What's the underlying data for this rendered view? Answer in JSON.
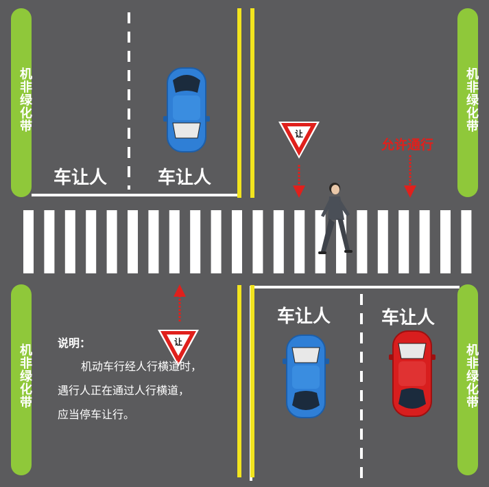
{
  "green_belts": {
    "label": "机非绿化带"
  },
  "lanes": {
    "top_left_label": "车让人",
    "top_right_label": "车让人",
    "bottom_left_label": "车让人",
    "bottom_right_label": "车让人"
  },
  "sign": {
    "text": "让"
  },
  "permit_label": "允许通行",
  "note": {
    "title": "说明：",
    "line1": "机动车行经人行横道时，",
    "line2": "遇行人正在通过人行横道，",
    "line3": "应当停车让行。"
  },
  "colors": {
    "road": "#5b5b5d",
    "green_belt": "#8fc83a",
    "yellow_line": "#f2e41e",
    "sign_red": "#e0201c",
    "blue_car": "#2f7fd6",
    "red_car": "#d81e1e"
  },
  "icons": [
    "yield-sign-icon",
    "down-arrow-icon",
    "up-arrow-icon",
    "blue-car-icon",
    "red-car-icon",
    "pedestrian-icon"
  ]
}
